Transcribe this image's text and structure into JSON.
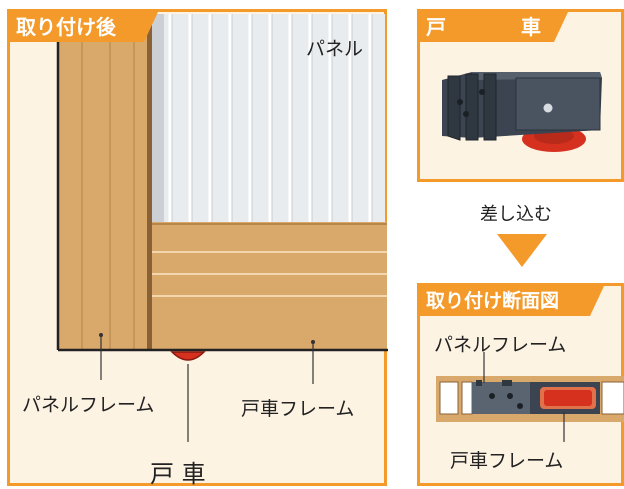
{
  "left_panel": {
    "tag": "取り付け後",
    "labels": {
      "panel": "パネル",
      "panel_frame": "パネルフレーム",
      "roller_frame": "戸車フレーム",
      "roller": "戸 車"
    }
  },
  "right_top": {
    "tag_part1": "戸",
    "tag_part2": "車"
  },
  "arrow_label": "差し込む",
  "right_bottom": {
    "tag": "取り付け断面図",
    "label_top": "パネルフレーム",
    "label_bottom": "戸車フレーム"
  },
  "colors": {
    "accent": "#f39a2b",
    "wood": "#d9a86b",
    "roller_red": "#d6311f",
    "arrow": "#f39a2b",
    "panel_bg": "#fdf3e3"
  }
}
